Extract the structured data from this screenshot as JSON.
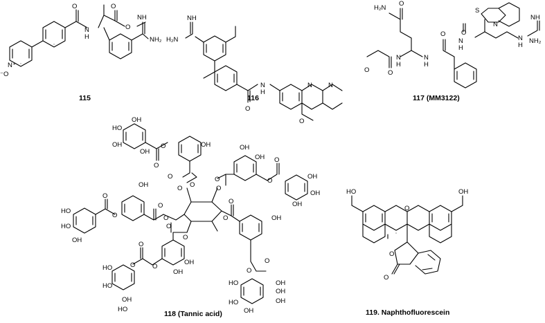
{
  "compounds": [
    {
      "caption": "115"
    },
    {
      "caption": "116"
    },
    {
      "caption": "117 (MM3122)"
    },
    {
      "caption": "118 (Tannic acid)"
    },
    {
      "caption": "119. Naphthofluorescein"
    }
  ],
  "atom_labels": {
    "c115": [
      "O",
      "N",
      "H",
      "O",
      "O",
      "NH",
      "NH₂",
      "N⁺",
      "⁻O"
    ],
    "c116": [
      "NH",
      "H₂N",
      "O",
      "N",
      "H",
      "N",
      "N",
      "O"
    ],
    "c117": [
      "H₂N",
      "O",
      "O",
      "N",
      "H",
      "O",
      "N",
      "H",
      "O",
      "N",
      "H",
      "O",
      "N",
      "H",
      "S",
      "N",
      "NH",
      "N",
      "H",
      "NH₂"
    ],
    "c118": [
      "OH",
      "HO",
      "OH",
      "OH",
      "O",
      "O",
      "OH",
      "O",
      "OH",
      "O",
      "O",
      "O",
      "OH",
      "OH",
      "O",
      "O",
      "O",
      "O",
      "OH",
      "O",
      "O",
      "HO",
      "O",
      "O",
      "O",
      "O",
      "OH",
      "HO",
      "OH",
      "O",
      "O",
      "OH",
      "O",
      "O",
      "OH",
      "O",
      "O",
      "O",
      "HO",
      "OH",
      "HO",
      "OH",
      "OH",
      "HO",
      "OH",
      "OH",
      "HO",
      "OH",
      "HO"
    ],
    "c119": [
      "HO",
      "O",
      "OH",
      "O",
      "O"
    ]
  }
}
